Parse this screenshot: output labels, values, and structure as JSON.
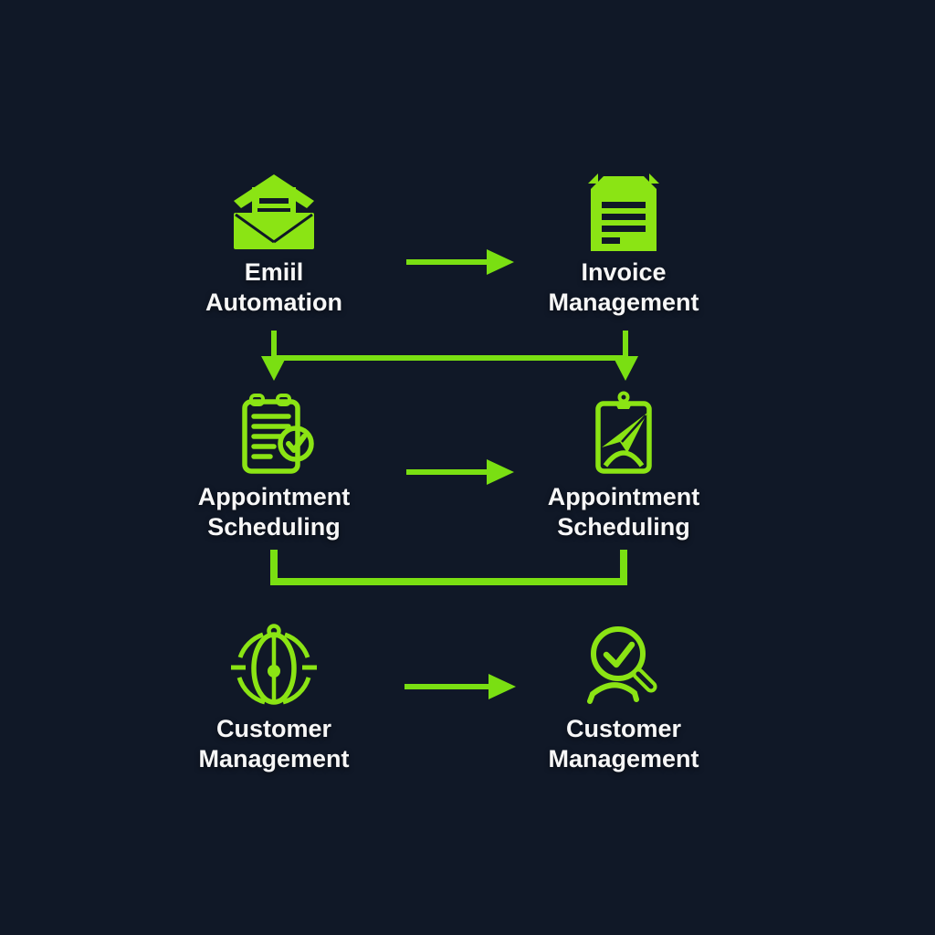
{
  "colors": {
    "background": "#101827",
    "accent": "#8BE414",
    "arrow": "#7ADF12",
    "text": "#F7F7F7"
  },
  "nodes": [
    {
      "key": "email-automation",
      "icon": "envelope-icon",
      "line1": "Emiil",
      "line2": "Automation"
    },
    {
      "key": "invoice-management",
      "icon": "invoice-document-icon",
      "line1": "Invoice",
      "line2": "Management"
    },
    {
      "key": "appointment-scheduling-left",
      "icon": "clipboard-checklist-icon",
      "line1": "Appointment",
      "line2": "Scheduling"
    },
    {
      "key": "appointment-scheduling-right",
      "icon": "clipboard-send-icon",
      "line1": "Appointment",
      "line2": "Scheduling"
    },
    {
      "key": "customer-management-left",
      "icon": "globe-contacts-icon",
      "line1": "Customer",
      "line2": "Management"
    },
    {
      "key": "customer-management-right",
      "icon": "search-check-icon",
      "line1": "Customer",
      "line2": "Management"
    }
  ],
  "connectors": [
    {
      "name": "arrow-email-to-invoice",
      "type": "arrow",
      "direction": "right"
    },
    {
      "name": "arrow-email-down",
      "type": "arrow",
      "direction": "down"
    },
    {
      "name": "arrow-invoice-down",
      "type": "arrow",
      "direction": "down"
    },
    {
      "name": "line-top-horizontal",
      "type": "line",
      "direction": "horizontal"
    },
    {
      "name": "arrow-appointment-to-appointment",
      "type": "arrow",
      "direction": "right"
    },
    {
      "name": "bracket-below-appointments",
      "type": "line",
      "direction": "u-shape"
    },
    {
      "name": "arrow-customer-to-customer",
      "type": "arrow",
      "direction": "right"
    }
  ]
}
